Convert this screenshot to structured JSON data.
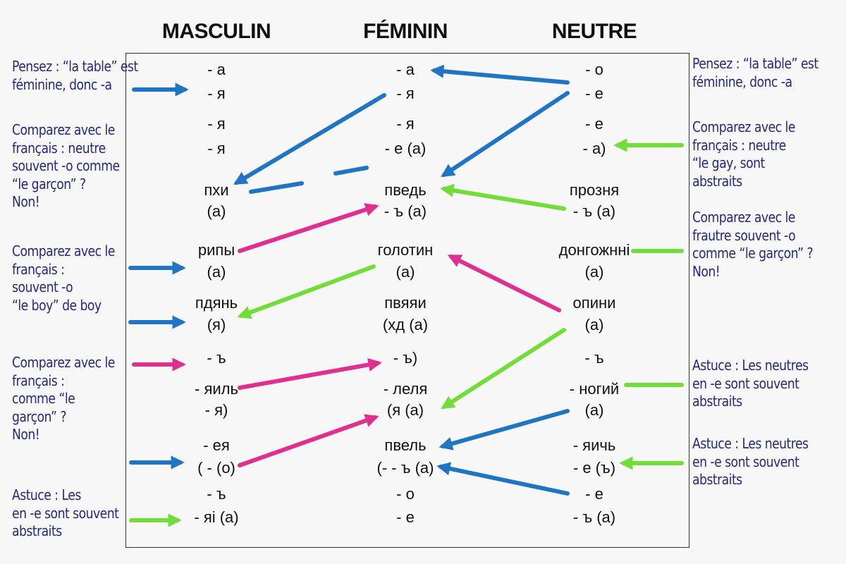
{
  "headers": {
    "masculin": "MASCULIN",
    "feminin": "FÉMININ",
    "neutre": "NEUTRE"
  },
  "rows": {
    "masculin": [
      "- а",
      "- я",
      "- я",
      "- я",
      "пхи",
      "(а)",
      "рипы",
      "(а)",
      "пдянь",
      "(я)",
      "- ъ",
      "- яиль",
      "- я)",
      "- ея",
      "( - (о)",
      "- ъ",
      "- яі (а)"
    ],
    "feminin": [
      "- а",
      "- я",
      "- я",
      "- е (а)",
      "пведь",
      "- ъ (а)",
      "голотин",
      "(а)",
      "пвяяи",
      "(хд (а)",
      "- ъ)",
      "- леля",
      "(я (а)",
      "пвель",
      "(- - ъ (а)",
      "- о",
      "- е"
    ],
    "neutre": [
      "- о",
      "- е",
      "- е",
      "- а)",
      "прозня",
      "- ъ (а)",
      "донгожнні",
      "(а)",
      "опини",
      "(а)",
      "- ъ",
      "- ногий",
      "(а)",
      "- яичь",
      "- е (ъ)",
      "- е",
      "- ъ (а)"
    ]
  },
  "notes_left": [
    [
      "Pensez : “la table” est",
      "féminine, donc -a"
    ],
    [
      "Comparez avec le",
      "français : neutre",
      "souvent -o comme",
      "“le garçon” ?",
      "Non!"
    ],
    [
      "Comparez avec le",
      "français :",
      "souvent -o",
      "“le boy” de boy"
    ],
    [
      "Comparez avec le",
      "français :",
      "comme “le",
      "garçon” ?",
      "Non!"
    ],
    [
      "Astuce : Les",
      "en -e sont souvent",
      "abstraits"
    ]
  ],
  "notes_right": [
    [
      "Pensez : “la table” est",
      "féminine, donc -a"
    ],
    [
      "Comparez avec le",
      "français : neutre",
      "“le gay, sont",
      "abstraits"
    ],
    [
      "Comparez avec le",
      "frautre souvent -o",
      "comme “le garçon” ?",
      "Non!"
    ],
    [
      "Astuce : Les neutres",
      "en -e sont souvent",
      "abstraits"
    ],
    [
      "Astuce : Les neutres",
      "en -e sont souvent",
      "abstraits"
    ]
  ],
  "colors": {
    "blue": "#1f74c4",
    "green": "#72dc38",
    "pink": "#e0308f",
    "notes": "#232a7a"
  }
}
